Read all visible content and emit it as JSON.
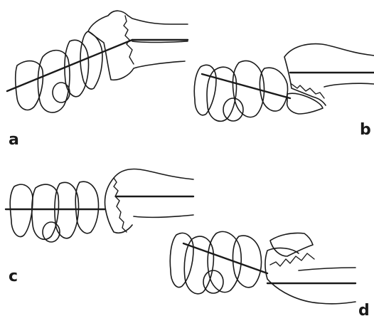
{
  "panels": [
    {
      "id": "a",
      "label": "a"
    },
    {
      "id": "b",
      "label": "b"
    },
    {
      "id": "c",
      "label": "c"
    },
    {
      "id": "d",
      "label": "d"
    }
  ],
  "colors": {
    "stroke": "#1a1a1a",
    "background": "#ffffff"
  }
}
